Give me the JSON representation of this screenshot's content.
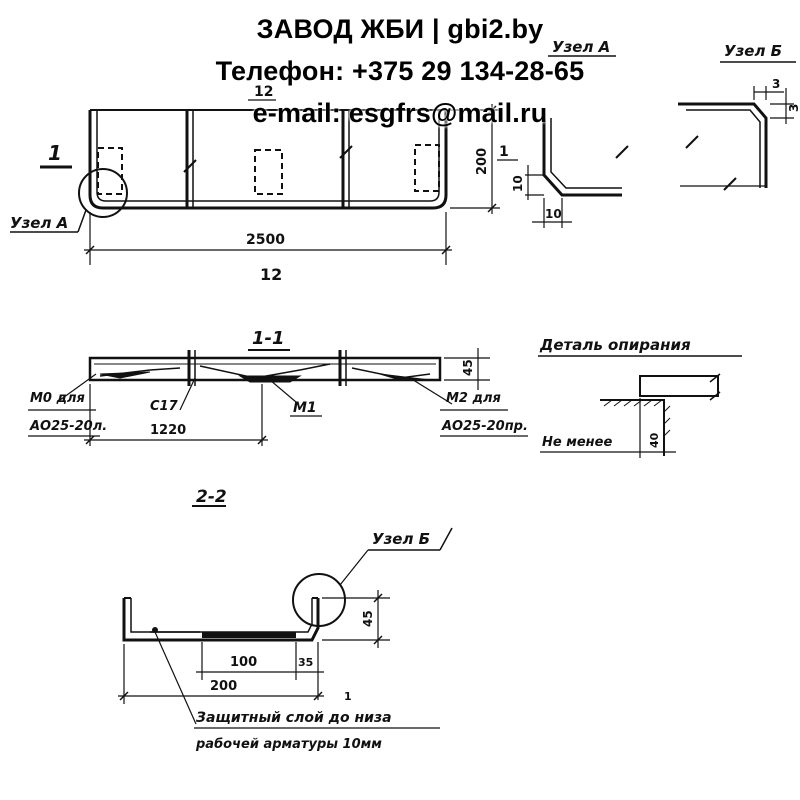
{
  "header": {
    "line1": "ЗАВОД ЖБИ | gbi2.by",
    "line2": "Телефон: +375 29 134-28-65",
    "line3": "e-mail: esgfrs@mail.ru"
  },
  "plan": {
    "section_mark": "1",
    "node_a_callout": "Узел А",
    "dim_top_partial": "12",
    "dim_length": "2500",
    "dim_count": "12",
    "dim_height": "200"
  },
  "node_a": {
    "title": "Узел А",
    "dim_side": "1",
    "dim_vert": "10",
    "dim_horiz": "10"
  },
  "node_b": {
    "title": "Узел Б",
    "dim_a": "3",
    "dim_b": "3"
  },
  "section_1": {
    "title": "1-1",
    "dim_height": "45",
    "label_m0_line1": "М0 для",
    "label_m0_line2": "АО25-20л.",
    "label_c17": "С17",
    "label_m1": "М1",
    "label_m2_line1": "М2 для",
    "label_m2_line2": "АО25-20пр.",
    "dim_1220": "1220"
  },
  "support_detail": {
    "title": "Деталь опирания",
    "label": "Не менее",
    "dim": "40"
  },
  "section_2": {
    "title": "2-2",
    "node_b_callout": "Узел Б",
    "dim_height": "45",
    "dim_100": "100",
    "dim_35": "35",
    "dim_200": "200",
    "dim_tick": "1",
    "note_line1": "Защитный слой до низа",
    "note_line2": "рабочей арматуры 10мм"
  }
}
